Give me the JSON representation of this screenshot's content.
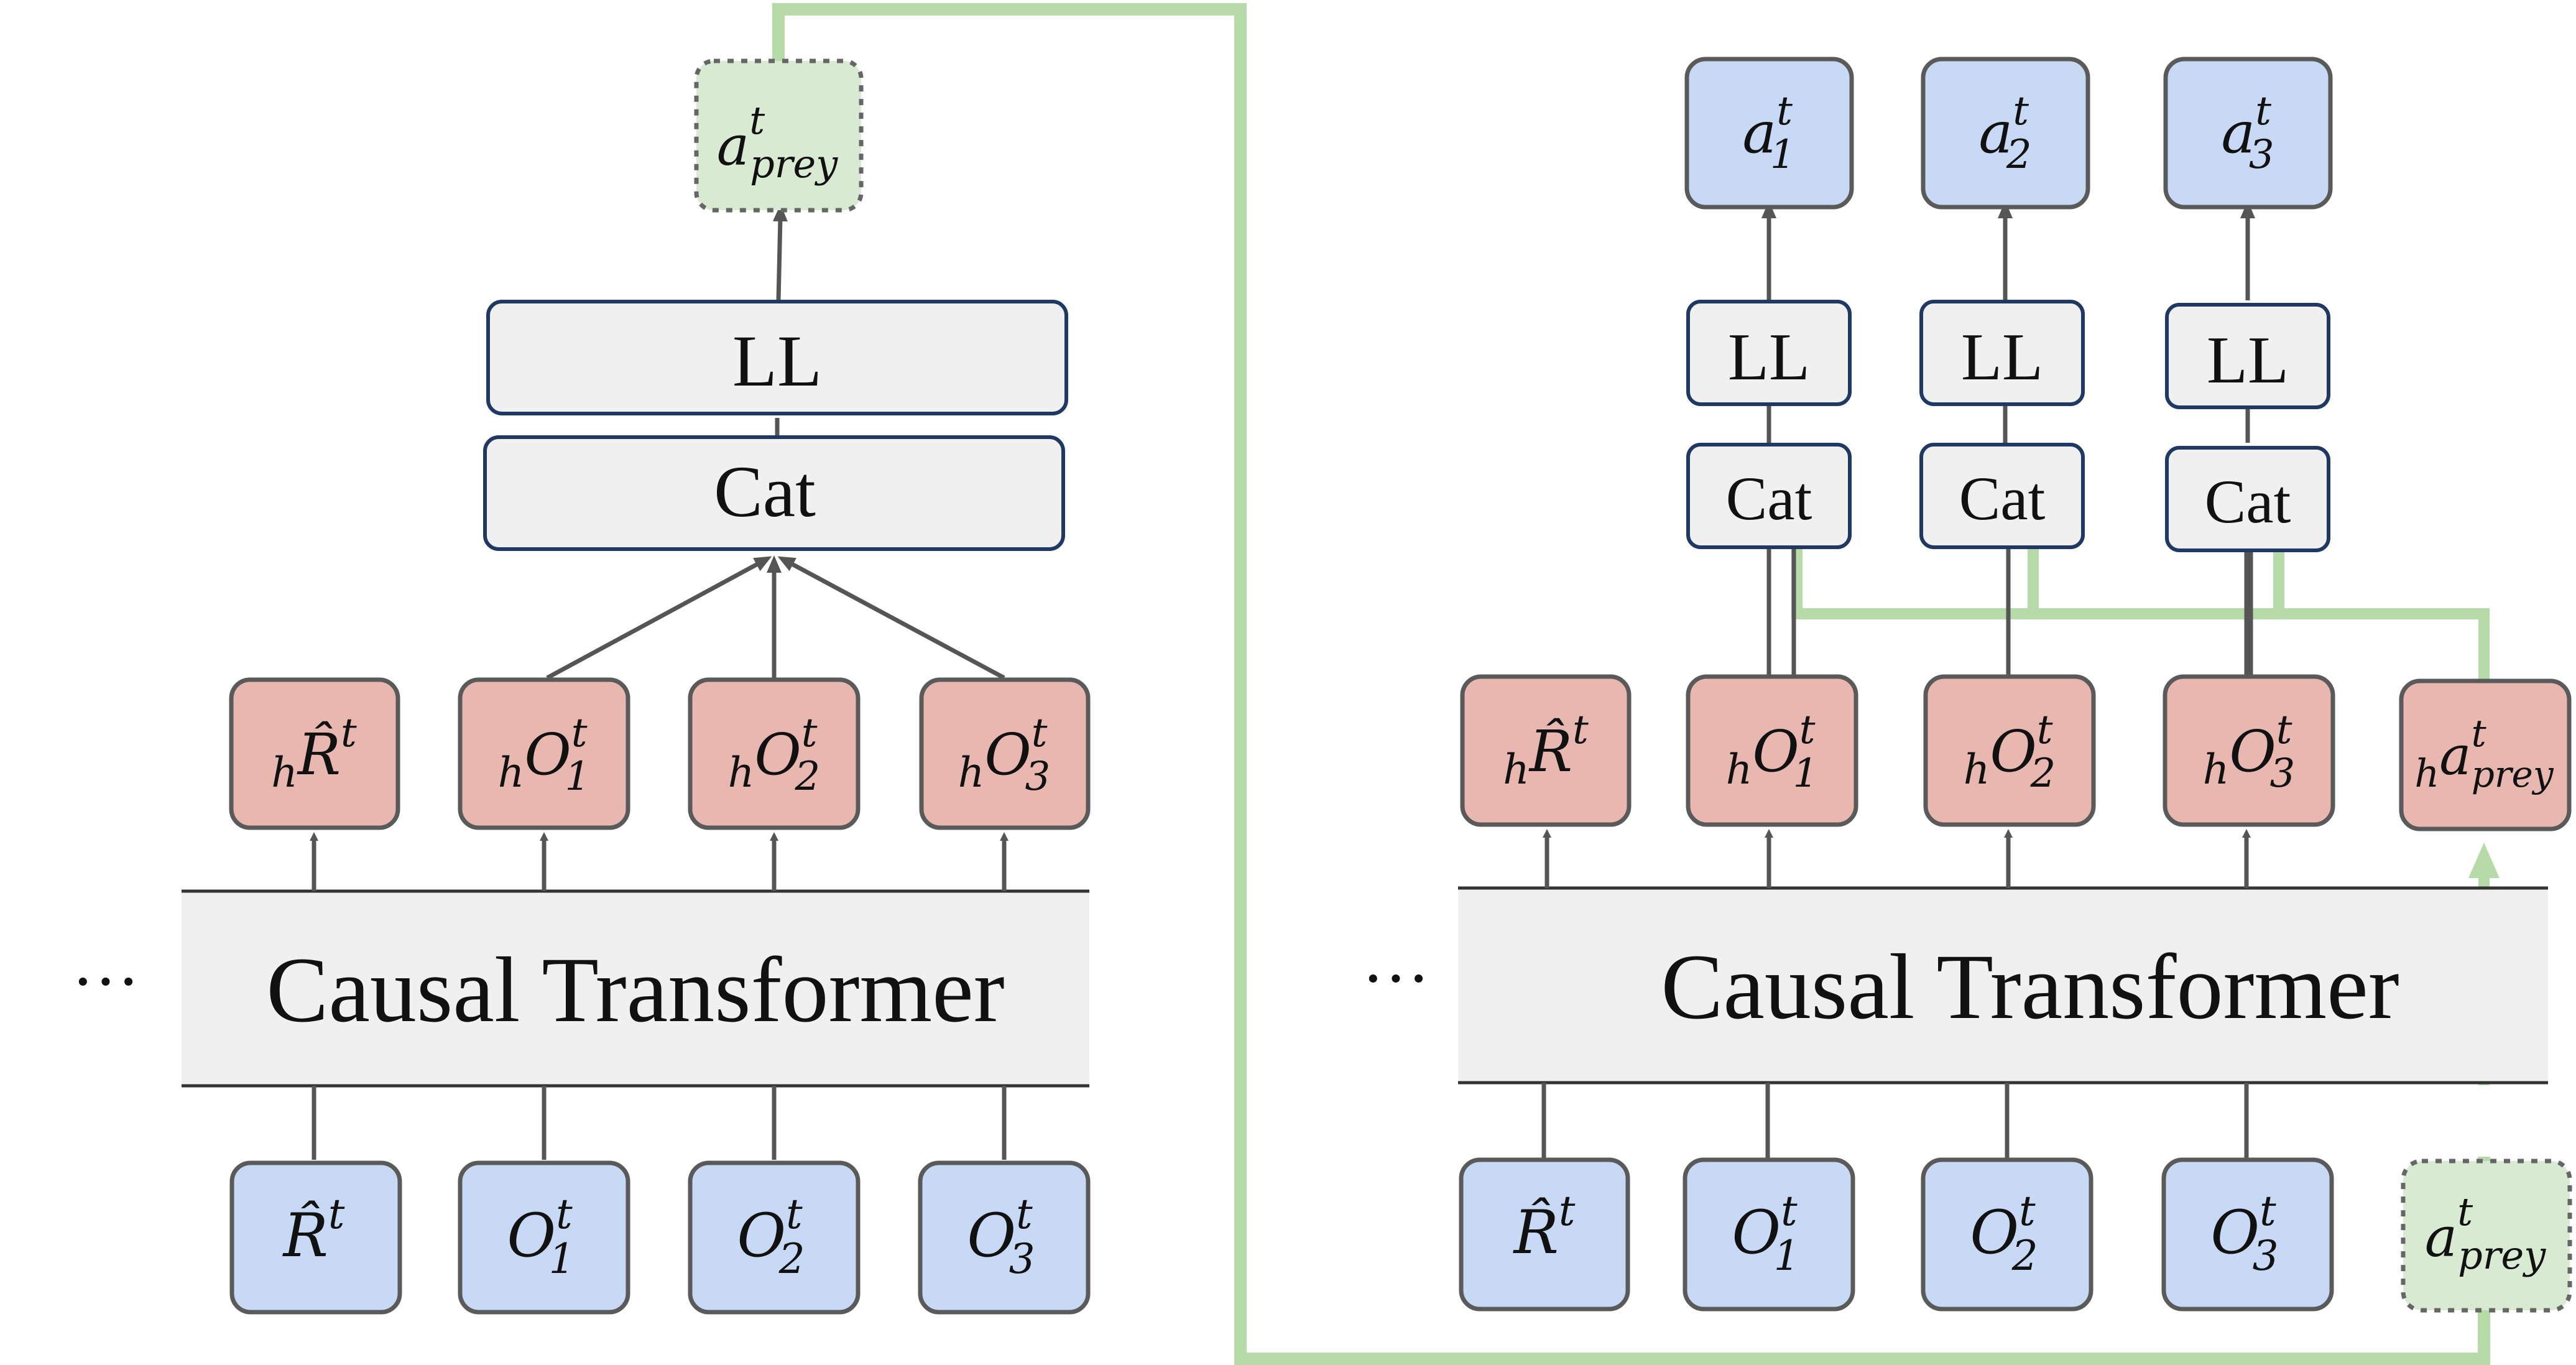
{
  "colors": {
    "blue_fill": "#c8d9f5",
    "red_fill": "#e8b8b0",
    "green_fill": "#d9ead3",
    "grey_fill": "#f0f0f0",
    "box_border": "#5a5a5a",
    "head_border": "#1f3864",
    "green_line": "#b7dba8",
    "arrow": "#555555"
  },
  "left": {
    "ellipsis": "···",
    "transformer": "Causal Transformer",
    "ll": "LL",
    "cat": "Cat",
    "output": {
      "base": "a",
      "sup": "t",
      "sub": "prey"
    },
    "inputs": [
      {
        "base": "R̂",
        "sup": "t",
        "sub": ""
      },
      {
        "base": "O",
        "sup": "t",
        "sub": "1"
      },
      {
        "base": "O",
        "sup": "t",
        "sub": "2"
      },
      {
        "base": "O",
        "sup": "t",
        "sub": "3"
      }
    ],
    "hidden": [
      {
        "pre": "h",
        "base": "R̂",
        "sup": "t",
        "sub": ""
      },
      {
        "pre": "h",
        "base": "O",
        "sup": "t",
        "sub": "1"
      },
      {
        "pre": "h",
        "base": "O",
        "sup": "t",
        "sub": "2"
      },
      {
        "pre": "h",
        "base": "O",
        "sup": "t",
        "sub": "3"
      }
    ]
  },
  "right": {
    "ellipsis": "···",
    "transformer": "Causal Transformer",
    "heads": [
      {
        "ll": "LL",
        "cat": "Cat",
        "out": {
          "base": "a",
          "sup": "t",
          "sub": "1"
        }
      },
      {
        "ll": "LL",
        "cat": "Cat",
        "out": {
          "base": "a",
          "sup": "t",
          "sub": "2"
        }
      },
      {
        "ll": "LL",
        "cat": "Cat",
        "out": {
          "base": "a",
          "sup": "t",
          "sub": "3"
        }
      }
    ],
    "inputs": [
      {
        "base": "R̂",
        "sup": "t",
        "sub": ""
      },
      {
        "base": "O",
        "sup": "t",
        "sub": "1"
      },
      {
        "base": "O",
        "sup": "t",
        "sub": "2"
      },
      {
        "base": "O",
        "sup": "t",
        "sub": "3"
      },
      {
        "base": "a",
        "sup": "t",
        "sub": "prey"
      }
    ],
    "hidden": [
      {
        "pre": "h",
        "base": "R̂",
        "sup": "t",
        "sub": ""
      },
      {
        "pre": "h",
        "base": "O",
        "sup": "t",
        "sub": "1"
      },
      {
        "pre": "h",
        "base": "O",
        "sup": "t",
        "sub": "2"
      },
      {
        "pre": "h",
        "base": "O",
        "sup": "t",
        "sub": "3"
      },
      {
        "pre": "h",
        "base": "a",
        "sup": "t",
        "sub": "prey"
      }
    ]
  }
}
